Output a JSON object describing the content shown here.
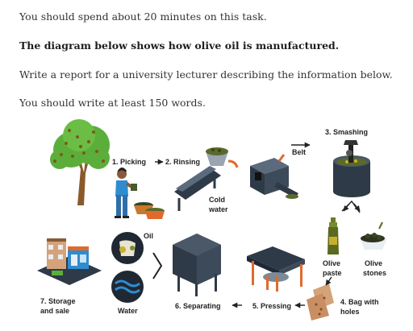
{
  "instructions": {
    "line1": "You should spend about 20 minutes on this task.",
    "line2": "The diagram below shows how olive oil is manufactured.",
    "line3": "Write a report for a university lecturer describing the information below.",
    "line4": "You should write at least 150 words."
  },
  "diagram": {
    "labels": {
      "picking": "1. Picking",
      "rinsing": "2. Rinsing",
      "cold": "Cold",
      "water_rinse": "water",
      "belt": "Belt",
      "smashing": "3. Smashing",
      "olive": "Olive",
      "paste": "paste",
      "olive2": "Olive",
      "stones": "stones",
      "bag_with": "4. Bag with",
      "holes": "holes",
      "pressing": "5. Pressing",
      "separating": "6. Separating",
      "oil": "Oil",
      "water": "Water",
      "storage": "7. Storage",
      "and_sale": "and sale"
    },
    "colors": {
      "tree_green": "#5cae3a",
      "olive_dark": "#3a4422",
      "machine_dark": "#2e3a48",
      "press_orange": "#e06a2c",
      "water_blue": "#2f8ccf",
      "bag_tan": "#d4a37a"
    }
  }
}
